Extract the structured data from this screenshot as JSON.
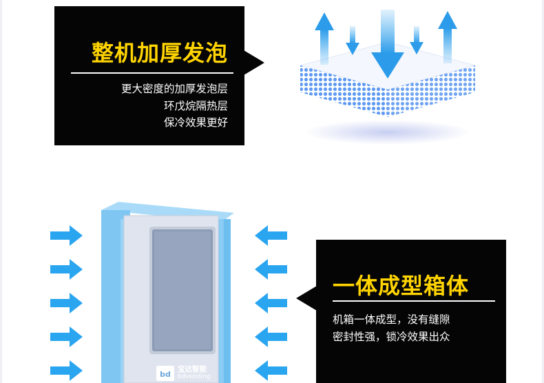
{
  "section_foam": {
    "title": "整机加厚发泡",
    "lines": [
      "更大密度的加厚发泡层",
      "环戊烷隔热层",
      "保冷效果更好"
    ]
  },
  "section_cabinet": {
    "title": "一体成型箱体",
    "lines": [
      "机箱一体成型，没有缝隙",
      "密封性强，锁冷效果出众"
    ]
  },
  "logo": {
    "name_cn": "宝达智能",
    "name_en": "bdvending"
  },
  "colors": {
    "title_yellow": "#ffd400",
    "arrow_blue": "#2aa5f0",
    "callout_black": "#050505"
  },
  "icons": [
    "arrow-up-icon",
    "arrow-down-icon",
    "arrow-right-icon",
    "arrow-left-icon"
  ]
}
